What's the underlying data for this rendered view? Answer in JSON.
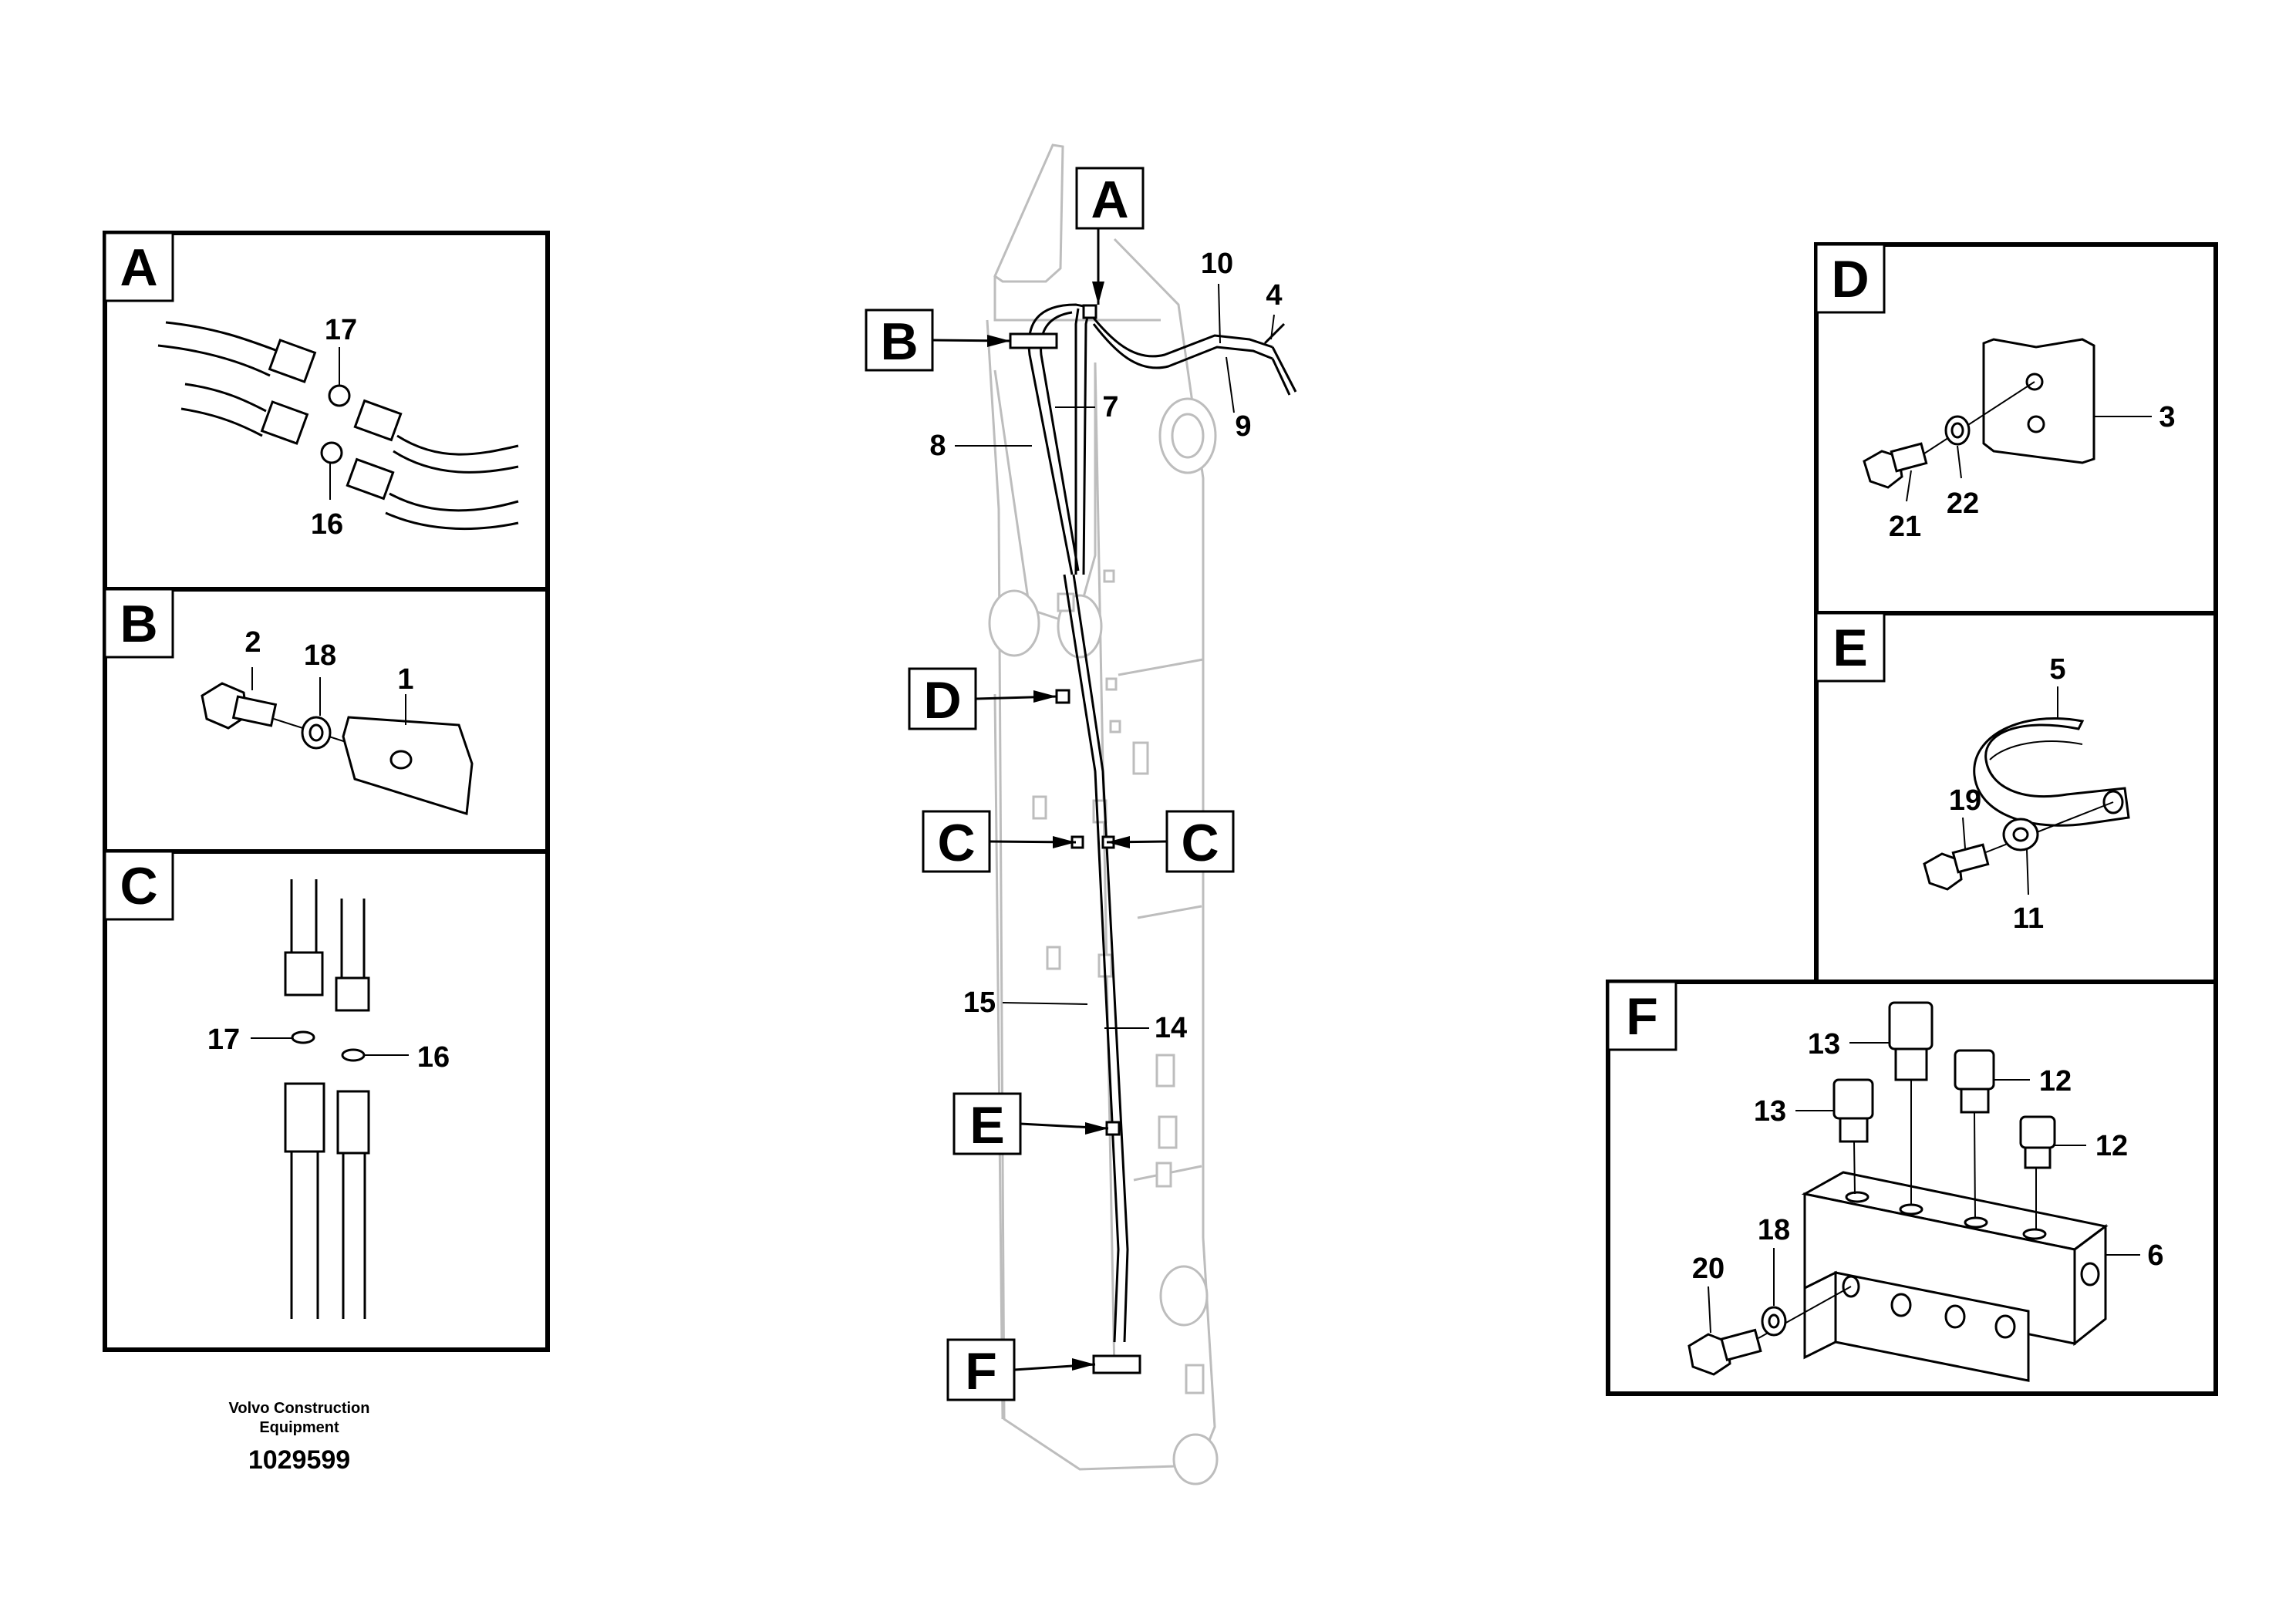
{
  "panels": {
    "A": {
      "letter": "A",
      "labels": [
        "17",
        "16"
      ]
    },
    "B": {
      "letter": "B",
      "labels": [
        "2",
        "18",
        "1"
      ]
    },
    "C": {
      "letter": "C",
      "labels": [
        "17",
        "16"
      ]
    },
    "D": {
      "letter": "D",
      "labels": [
        "3",
        "21",
        "22"
      ]
    },
    "E": {
      "letter": "E",
      "labels": [
        "5",
        "19",
        "11"
      ]
    },
    "F": {
      "letter": "F",
      "labels": [
        "13",
        "13",
        "12",
        "12",
        "6",
        "18",
        "20"
      ]
    }
  },
  "boom": {
    "callouts": [
      "A",
      "B",
      "D",
      "C",
      "C",
      "E",
      "F"
    ],
    "labels": [
      "10",
      "4",
      "9",
      "7",
      "8",
      "15",
      "14"
    ]
  },
  "footer": {
    "company_line1": "Volvo Construction",
    "company_line2": "Equipment",
    "doc_number": "1029599"
  }
}
